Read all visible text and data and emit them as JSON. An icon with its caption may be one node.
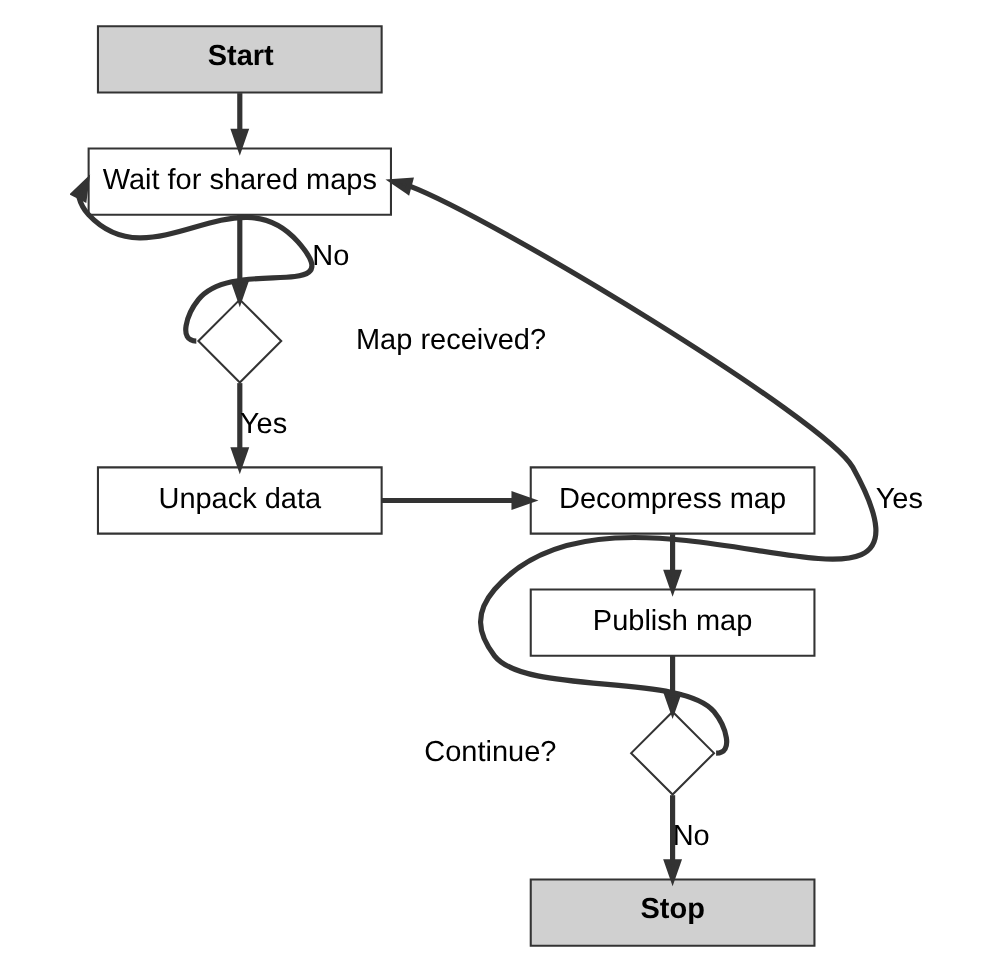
{
  "diagram": {
    "nodes": [
      {
        "text": [
          "Start"
        ]
      },
      {
        "text": [
          "Wait for shared maps"
        ]
      },
      {
        "text": [],
        "shape": "diamond",
        "beside": [
          "Map received?"
        ]
      },
      {
        "text": [
          "Unpack data"
        ]
      },
      {
        "text": [
          "Decompress map"
        ]
      },
      {
        "text": [
          "Publish map"
        ]
      },
      {
        "text": [],
        "shape": "diamond",
        "beside": [
          "Continue?"
        ]
      },
      {
        "text": [
          "Stop"
        ]
      }
    ],
    "edges": [
      {
        "from": 0,
        "to": 1,
        "arrow": "to"
      },
      {
        "from": 1,
        "to": 2,
        "arrow": "to"
      },
      {
        "from": 2,
        "to": 1,
        "label": "No",
        "arrow": "to"
      },
      {
        "from": 2,
        "to": 3,
        "label": "Yes",
        "arrow": "to"
      },
      {
        "from": 3,
        "to": 4,
        "arrow": "to"
      },
      {
        "from": 4,
        "to": 5,
        "arrow": "to"
      },
      {
        "from": 5,
        "to": 6,
        "arrow": "to"
      },
      {
        "from": 6,
        "to": 1,
        "label": "Yes",
        "arrow": "to"
      },
      {
        "from": 6,
        "to": 7,
        "label": "No",
        "arrow": "to"
      }
    ]
  }
}
